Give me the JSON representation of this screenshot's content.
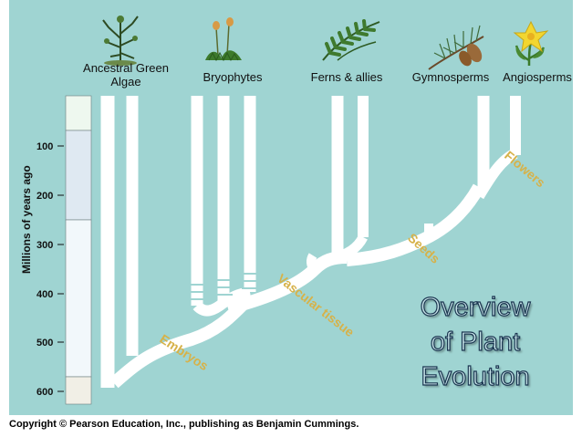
{
  "groups": [
    {
      "name": "Ancestral Green Algae"
    },
    {
      "name": "Bryophytes"
    },
    {
      "name": "Ferns & allies"
    },
    {
      "name": "Gymnosperms"
    },
    {
      "name": "Angiosperms"
    }
  ],
  "traits": {
    "embryos": "Embryos",
    "vascular": "Vascular tissue",
    "seeds": "Seeds",
    "flowers": "Flowers"
  },
  "axis": {
    "label": "Millions of years ago",
    "ticks": [
      "100",
      "200",
      "300",
      "400",
      "500",
      "600"
    ]
  },
  "title": {
    "line1": "Overview",
    "line2": "of Plant",
    "line3": "Evolution"
  },
  "copyright": "Copyright © Pearson Education, Inc., publishing as Benjamin Cummings.",
  "colors": {
    "background": "#9fd4d2",
    "branch": "#ffffff",
    "trait_text": "#d6b24a"
  },
  "icons": [
    "algae-icon",
    "moss-icon",
    "fern-icon",
    "pine-icon",
    "flower-icon"
  ]
}
